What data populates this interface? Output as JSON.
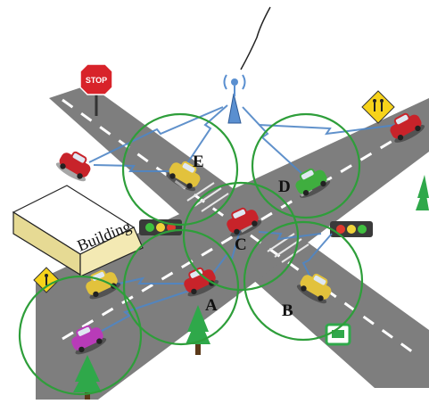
{
  "scene": {
    "labels": {
      "A": "A",
      "B": "B",
      "C": "C",
      "D": "D",
      "E": "E"
    },
    "building_label": "Building",
    "stop_sign_text": "STOP"
  },
  "colors": {
    "road": "#7e7e7e",
    "lane_marking": "#ffffff",
    "range_circle": "#2e9e3a",
    "wireless_link": "#4f86c6",
    "antenna": "#5a8fd0",
    "building_front": "#f3e9b3",
    "tree": "#2fa84a"
  },
  "icons": [
    "antenna-tower-icon",
    "stop-sign-icon",
    "pedestrian-crossing-sign-icon",
    "traffic-light-icon",
    "tree-icon",
    "car-icon"
  ]
}
